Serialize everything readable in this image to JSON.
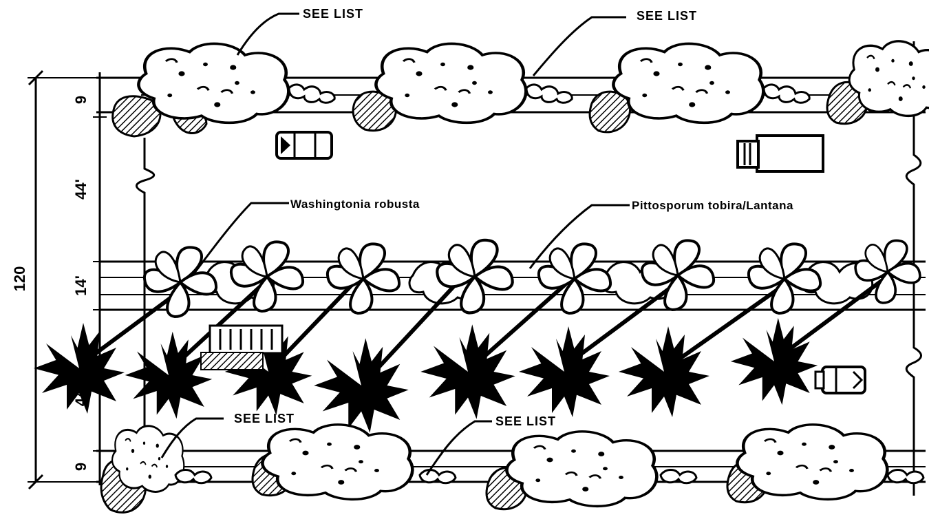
{
  "labels": {
    "see_list_top_left": "SEE LIST",
    "see_list_top_right": "SEE LIST",
    "washingtonia": "Washingtonia robusta",
    "pittosporum": "Pittosporum tobira/Lantana",
    "see_list_bottom_left": "SEE LIST",
    "see_list_bottom_right": "SEE LIST"
  },
  "dimensions": {
    "total": "120",
    "top_strip": "9",
    "upper_road": "44'",
    "median": "14'",
    "lower_road": "44",
    "bottom_strip": "9"
  },
  "colors": {
    "ink": "#000000",
    "paper": "#ffffff"
  }
}
